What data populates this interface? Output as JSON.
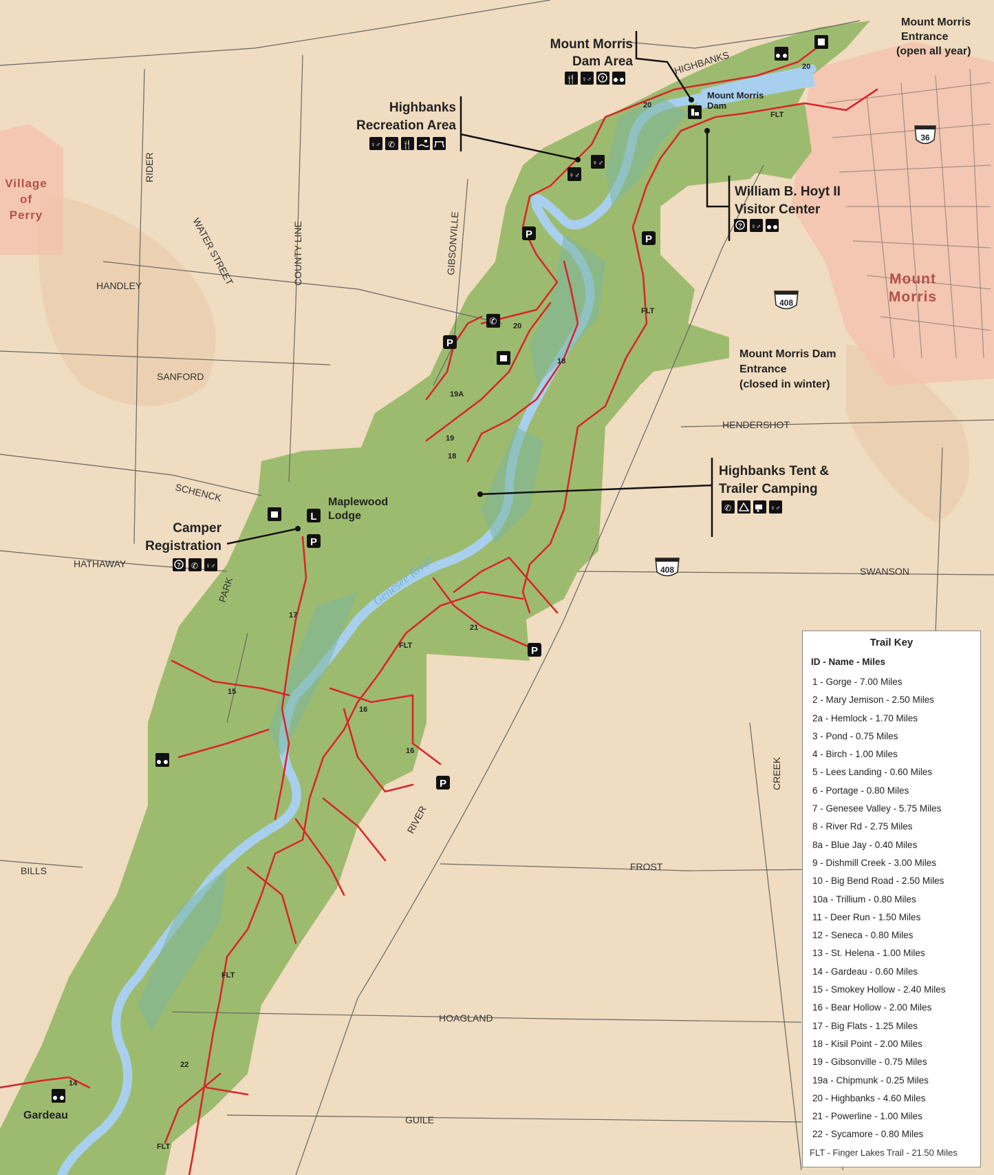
{
  "towns": {
    "village_perry": [
      "Village",
      "of",
      "Perry"
    ],
    "mount_morris": [
      "Mount",
      "Morris"
    ]
  },
  "callouts": {
    "mount_morris_dam_area": [
      "Mount Morris",
      "Dam Area"
    ],
    "highbanks_recreation": [
      "Highbanks",
      "Recreation Area"
    ],
    "hoyt_visitor_center": [
      "William B. Hoyt II",
      "Visitor Center"
    ],
    "tent_trailer_camping": [
      "Highbanks Tent &",
      "Trailer Camping"
    ],
    "camper_registration": [
      "Camper",
      "Registration"
    ],
    "maplewood_lodge": [
      "Maplewood",
      "Lodge"
    ],
    "mount_morris_entrance": [
      "Mount Morris",
      "Entrance",
      "(open all year)"
    ],
    "dam_entrance": [
      "Mount Morris Dam",
      "Entrance",
      "(closed in winter)"
    ],
    "mount_morris_dam": [
      "Mount Morris",
      "Dam"
    ],
    "gardeau": "Gardeau"
  },
  "roads": {
    "highbanks": "HIGHBANKS",
    "rider": "RIDER",
    "water_street": "WATER STREET",
    "county_line": "COUNTY LINE",
    "gibsonville": "GIBSONVILLE",
    "handley": "HANDLEY",
    "sanford": "SANFORD",
    "schenck": "SCHENCK",
    "hathaway": "HATHAWAY",
    "park": "PARK",
    "hendershot": "HENDERSHOT",
    "swanson": "SWANSON",
    "river": "RIVER",
    "bills": "BILLS",
    "frost": "FROST",
    "hoagland": "HOAGLAND",
    "guile": "GUILE",
    "creek": "CREEK",
    "river_name": "Genesee River"
  },
  "shields": {
    "us36": "36",
    "us408_north": "408",
    "us408_south": "408"
  },
  "trail_labels": {
    "t20a": "20",
    "t20b": "20",
    "t20c": "20",
    "t18a": "18",
    "t18b": "18",
    "t19": "19",
    "t19a": "19A",
    "t17": "17",
    "t21": "21",
    "t15": "15",
    "t16a": "16",
    "t16b": "16",
    "t22": "22",
    "t14": "14",
    "flt_a": "FLT",
    "flt_b": "FLT",
    "flt_c": "FLT",
    "flt_d": "FLT",
    "flt_e": "FLT"
  },
  "icons": {
    "parking": "P",
    "lodge": "L",
    "dam_area": [
      "restaurant-icon",
      "restrooms-icon",
      "information-icon",
      "binoculars-icon"
    ],
    "recreation_area": [
      "restrooms-icon",
      "telephone-icon",
      "restaurant-icon",
      "swimming-icon",
      "picnic-icon"
    ],
    "visitor_center": [
      "information-icon",
      "restrooms-icon",
      "binoculars-icon"
    ],
    "camping": [
      "telephone-icon",
      "tent-icon",
      "trailer-icon",
      "restrooms-icon"
    ],
    "registration": [
      "information-icon",
      "telephone-icon",
      "restrooms-icon"
    ]
  },
  "colors": {
    "park_green": "#9dbb6e",
    "trail_red": "#d8262b",
    "river_blue": "#a8d0ee",
    "land_tan": "#f0dcc0",
    "town_pink": "#f3c3ae"
  },
  "trail_key": {
    "title": "Trail Key",
    "header": "ID  -  Name  -  Miles",
    "rows": [
      "1 - Gorge - 7.00 Miles",
      "2 - Mary Jemison - 2.50 Miles",
      "2a - Hemlock - 1.70 Miles",
      "3 - Pond - 0.75 Miles",
      "4 - Birch - 1.00 Miles",
      "5 - Lees Landing - 0.60 Miles",
      "6 - Portage - 0.80 Miles",
      "7 - Genesee Valley - 5.75 Miles",
      "8 - River Rd - 2.75 Miles",
      "8a - Blue Jay - 0.40 Miles",
      "9 - Dishmill Creek - 3.00 Miles",
      "10 - Big Bend Road - 2.50 Miles",
      "10a - Trillium - 0.80 Miles",
      "11 - Deer Run - 1.50 Miles",
      "12 - Seneca - 0.80 Miles",
      "13 - St. Helena - 1.00 Miles",
      "14 - Gardeau - 0.60 Miles",
      "15 - Smokey Hollow - 2.40 Miles",
      "16 - Bear Hollow - 2.00 Miles",
      "17 - Big Flats - 1.25 Miles",
      "18 - Kisil Point - 2.00 Miles",
      "19 - Gibsonville - 0.75 Miles",
      "19a - Chipmunk - 0.25 Miles",
      "20 - Highbanks - 4.60 Miles",
      "21 - Powerline - 1.00 Miles",
      "22 - Sycamore - 0.80 Miles"
    ],
    "flt": "FLT - Finger Lakes Trail - 21.50 Miles"
  }
}
